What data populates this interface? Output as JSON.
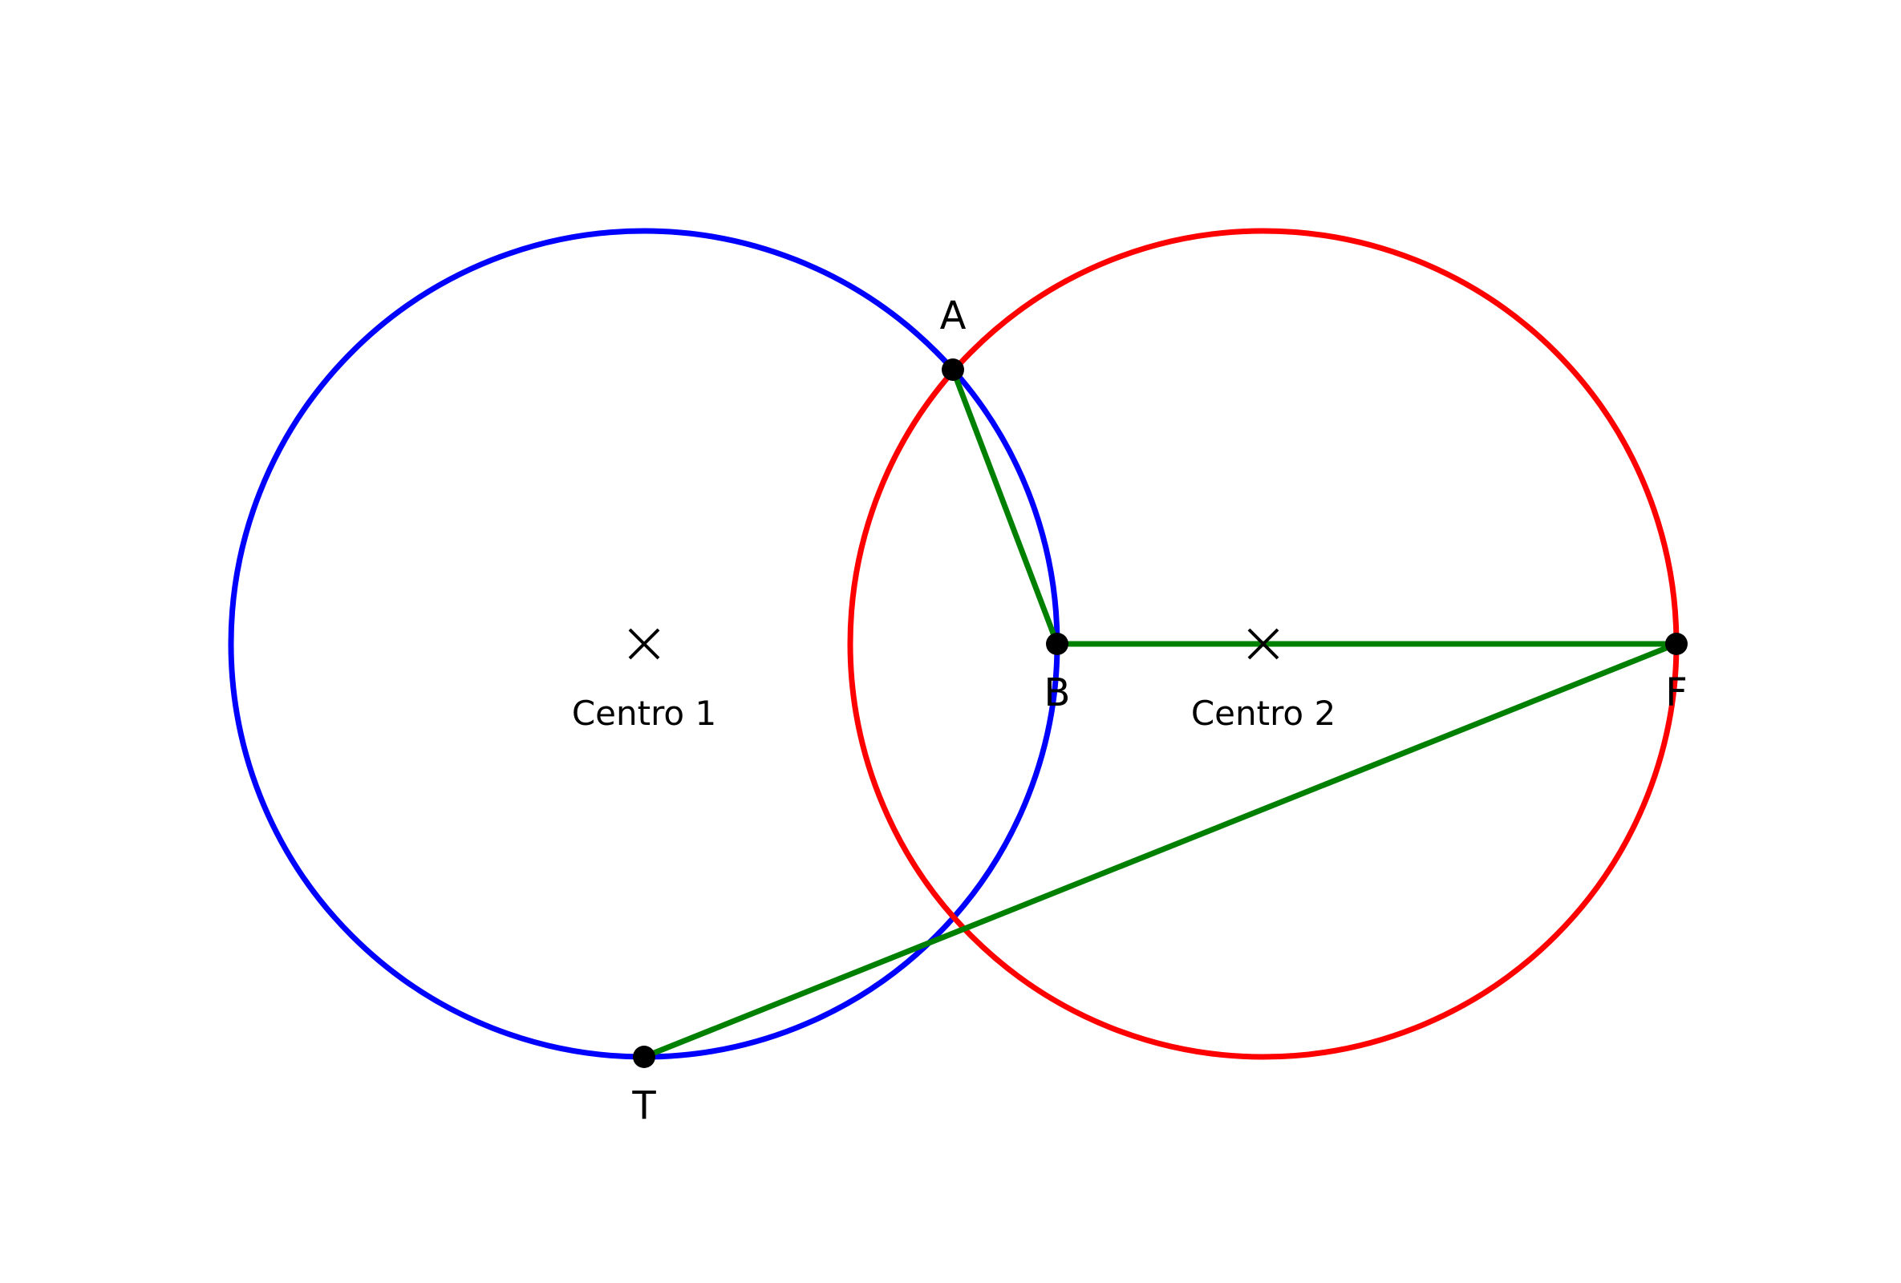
{
  "figure": {
    "circles": [
      {
        "name": "circle-1",
        "color": "#0000ff",
        "center_label": "Centro 1"
      },
      {
        "name": "circle-2",
        "color": "#ff0000",
        "center_label": "Centro 2"
      }
    ],
    "points": [
      {
        "name": "A",
        "label": "A"
      },
      {
        "name": "B",
        "label": "B"
      },
      {
        "name": "F",
        "label": "F"
      },
      {
        "name": "T",
        "label": "T"
      }
    ],
    "segments": [
      {
        "from": "A",
        "to": "B"
      },
      {
        "from": "B",
        "to": "F"
      },
      {
        "from": "F",
        "to": "T"
      }
    ],
    "segment_color": "#008000",
    "point_color": "#000000",
    "center_marker": "x-mark"
  }
}
